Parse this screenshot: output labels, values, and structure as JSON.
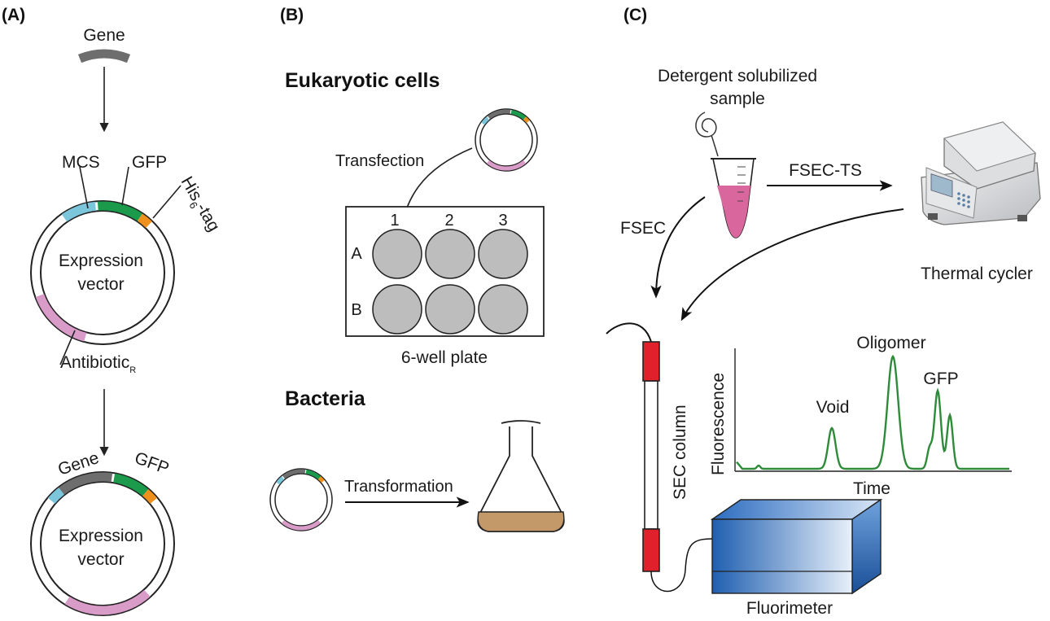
{
  "panels": {
    "a": "(A)",
    "b": "(B)",
    "c": "(C)"
  },
  "panel_a": {
    "gene": "Gene",
    "mcs": "MCS",
    "gfp": "GFP",
    "his_tag": "His",
    "his_sub": "6",
    "tag_suffix": "-tag",
    "vector_line1": "Expression",
    "vector_line2": "vector",
    "antibiotic": "Antibiotic",
    "antibiotic_sub": "R",
    "gene2": "Gene",
    "gfp2": "GFP",
    "vector2_line1": "Expression",
    "vector2_line2": "vector"
  },
  "panel_b": {
    "eukaryotic": "Eukaryotic cells",
    "transfection": "Transfection",
    "cols": [
      "1",
      "2",
      "3"
    ],
    "rows": [
      "A",
      "B"
    ],
    "plate": "6-well plate",
    "bacteria": "Bacteria",
    "transformation": "Transformation"
  },
  "panel_c": {
    "sample_line1": "Detergent solubilized",
    "sample_line2": "sample",
    "fsec_ts": "FSEC-TS",
    "fsec": "FSEC",
    "thermal_cycler": "Thermal cycler",
    "sec_column": "SEC column",
    "fluorimeter": "Fluorimeter",
    "trace": {
      "ylabel": "Fluorescence",
      "xlabel": "Time",
      "peaks": [
        "Void",
        "Oligomer",
        "GFP"
      ]
    }
  },
  "colors": {
    "mcs": "#7cc6dc",
    "gfp": "#1a9a4a",
    "his": "#f0901c",
    "antibiotic": "#d99cc8",
    "gene": "#6e6e6e",
    "well": "#bdbdbd",
    "tube_liquid": "#d9679e",
    "flask_liquid": "#c4996a",
    "column_cap": "#e0202a",
    "trace": "#2e8b3a",
    "fluorimeter": "#1a5fb4"
  }
}
